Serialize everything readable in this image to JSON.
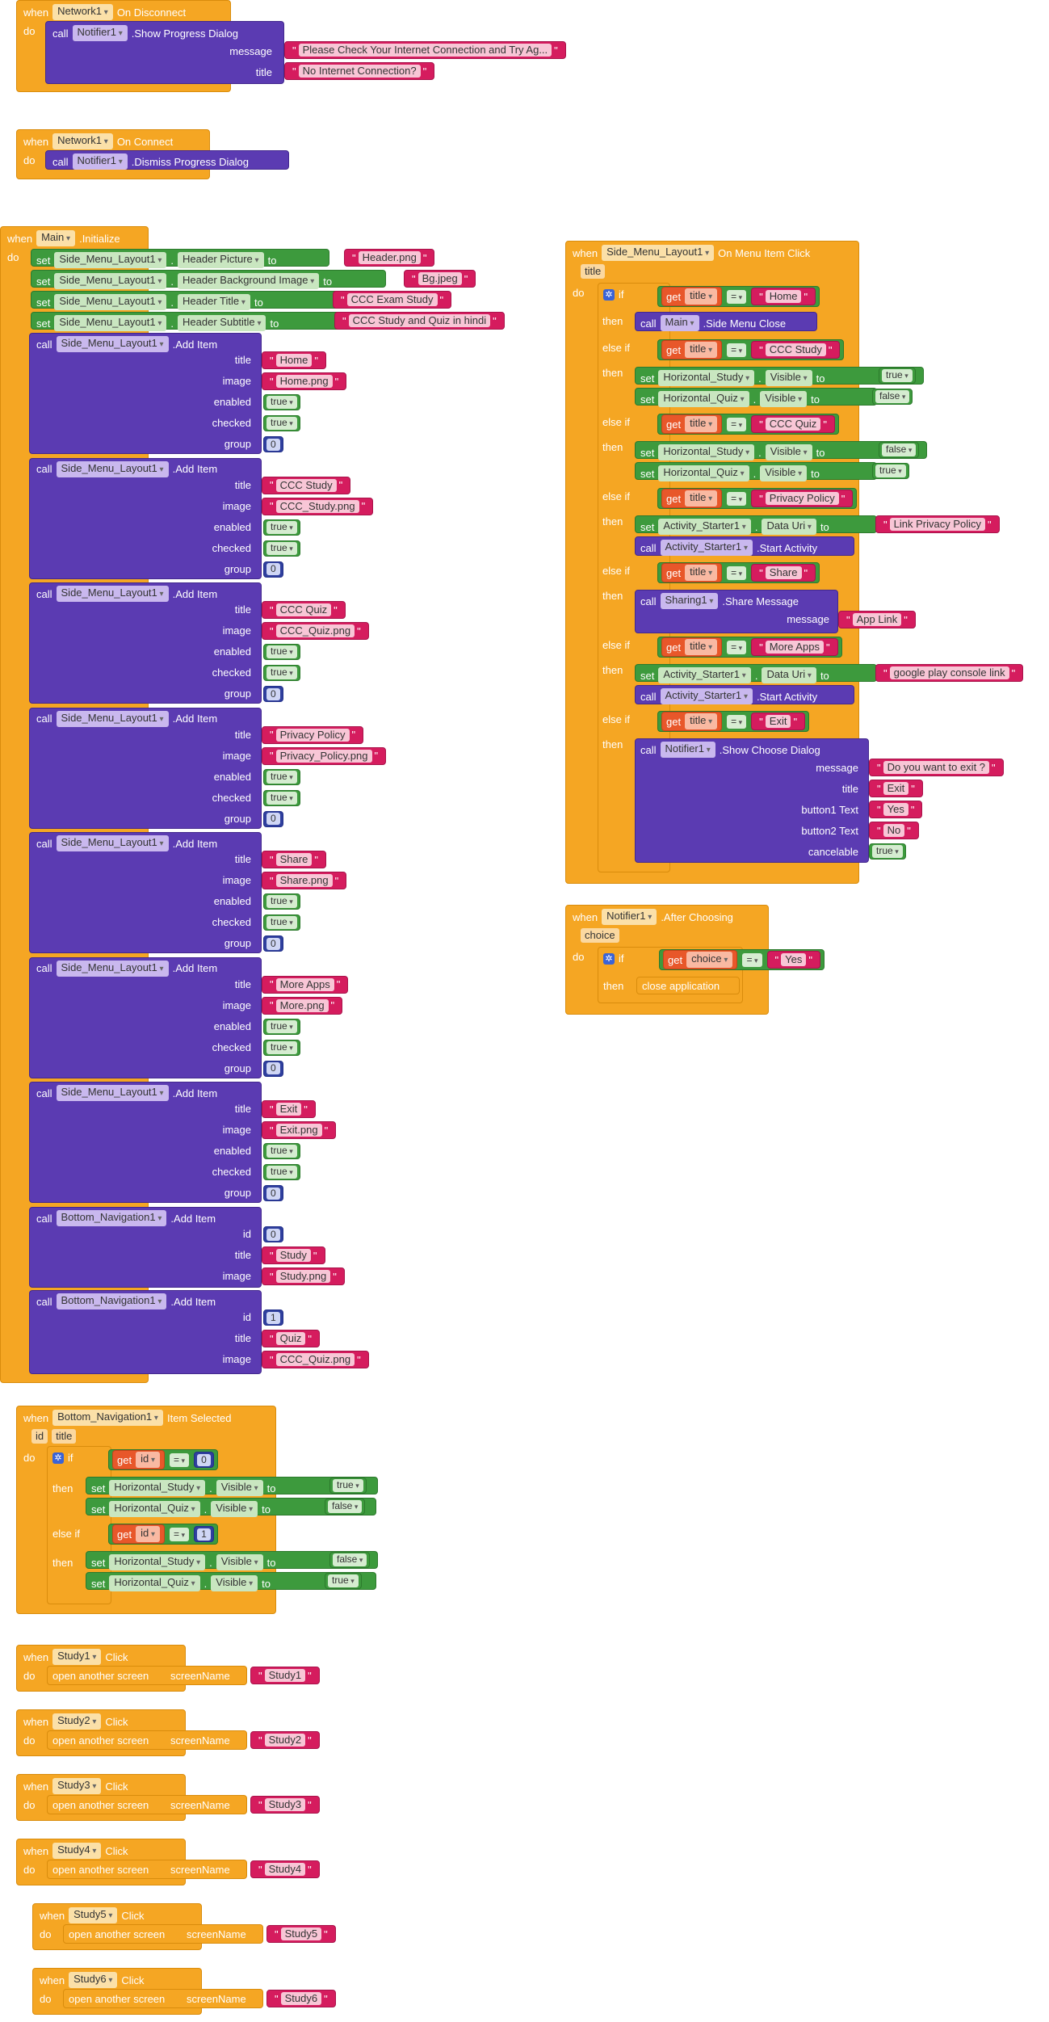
{
  "kw": {
    "when": "when",
    "do": "do",
    "call": "call",
    "set": "set",
    "to": "to",
    "if": "if",
    "then": "then",
    "elseif": "else if",
    "get": "get"
  },
  "net_disc": {
    "component": "Network1",
    "event": "On Disconnect",
    "notifier": "Notifier1",
    "method": ".Show Progress Dialog",
    "message_label": "message",
    "message": "Please Check Your Internet Connection and Try Ag...",
    "title_label": "title",
    "title": "No Internet Connection?"
  },
  "net_conn": {
    "component": "Network1",
    "event": "On Connect",
    "notifier": "Notifier1",
    "method": ".Dismiss Progress Dialog"
  },
  "init": {
    "component": "Main",
    "event": ".Initialize",
    "sets": [
      {
        "comp": "Side_Menu_Layout1",
        "prop": "Header Picture",
        "value": "Header.png"
      },
      {
        "comp": "Side_Menu_Layout1",
        "prop": "Header Background Image",
        "value": "Bg.jpeg"
      },
      {
        "comp": "Side_Menu_Layout1",
        "prop": "Header Title",
        "value": "CCC Exam Study"
      },
      {
        "comp": "Side_Menu_Layout1",
        "prop": "Header Subtitle",
        "value": "CCC Study and Quiz in hindi"
      }
    ],
    "additem_method": ".Add Item",
    "labels": {
      "title": "title",
      "image": "image",
      "enabled": "enabled",
      "checked": "checked",
      "group": "group",
      "id": "id"
    },
    "items": [
      {
        "comp": "Side_Menu_Layout1",
        "title": "Home",
        "image": "Home.png",
        "enabled": "true",
        "checked": "true",
        "group": "0"
      },
      {
        "comp": "Side_Menu_Layout1",
        "title": "CCC Study",
        "image": "CCC_Study.png",
        "enabled": "true",
        "checked": "true",
        "group": "0"
      },
      {
        "comp": "Side_Menu_Layout1",
        "title": "CCC Quiz",
        "image": "CCC_Quiz.png",
        "enabled": "true",
        "checked": "true",
        "group": "0"
      },
      {
        "comp": "Side_Menu_Layout1",
        "title": "Privacy Policy",
        "image": "Privacy_Policy.png",
        "enabled": "true",
        "checked": "true",
        "group": "0"
      },
      {
        "comp": "Side_Menu_Layout1",
        "title": "Share",
        "image": "Share.png",
        "enabled": "true",
        "checked": "true",
        "group": "0"
      },
      {
        "comp": "Side_Menu_Layout1",
        "title": "More Apps",
        "image": "More.png",
        "enabled": "true",
        "checked": "true",
        "group": "0"
      },
      {
        "comp": "Side_Menu_Layout1",
        "title": "Exit",
        "image": "Exit.png",
        "enabled": "true",
        "checked": "true",
        "group": "0"
      }
    ],
    "bottom_items": [
      {
        "comp": "Bottom_Navigation1",
        "id": "0",
        "title": "Study",
        "image": "Study.png"
      },
      {
        "comp": "Bottom_Navigation1",
        "id": "1",
        "title": "Quiz",
        "image": "CCC_Quiz.png"
      }
    ]
  },
  "menu_click": {
    "component": "Side_Menu_Layout1",
    "event": "On Menu Item Click",
    "param": "title",
    "eq": "=",
    "home": "Home",
    "main": "Main",
    "close_method": ".Side Menu Close",
    "ccc_study": "CCC Study",
    "ccc_quiz": "CCC Quiz",
    "privacy": "Privacy Policy",
    "share": "Share",
    "more_apps": "More Apps",
    "exit": "Exit",
    "hs": "Horizontal_Study",
    "hq": "Horizontal_Quiz",
    "visible": "Visible",
    "true": "true",
    "false": "false",
    "act": "Activity_Starter1",
    "data_uri": "Data Uri",
    "link_privacy": "Link Privacy Policy",
    "start_activity": ".Start Activity",
    "sharing": "Sharing1",
    "share_message": ".Share Message",
    "message_label": "message",
    "app_link": "App Link",
    "google_link": "google play console link",
    "notifier": "Notifier1",
    "choose_dialog": ".Show Choose Dialog",
    "dlg": {
      "message_label": "message",
      "message": "Do you want to exit ?",
      "title_label": "title",
      "title": "Exit",
      "b1_label": "button1 Text",
      "b1": "Yes",
      "b2_label": "button2 Text",
      "b2": "No",
      "cancel_label": "cancelable",
      "cancel": "true"
    }
  },
  "after_choosing": {
    "component": "Notifier1",
    "event": ".After Choosing",
    "param": "choice",
    "get_var": "choice",
    "eq": "=",
    "value": "Yes",
    "action": "close application"
  },
  "bottom_sel": {
    "component": "Bottom_Navigation1",
    "event": "Item Selected",
    "params": [
      "id",
      "title"
    ],
    "get_var": "id",
    "eq": "=",
    "v0": "0",
    "v1": "1",
    "hs": "Horizontal_Study",
    "hq": "Horizontal_Quiz",
    "visible": "Visible",
    "true": "true",
    "false": "false"
  },
  "study_clicks": [
    {
      "component": "Study1",
      "event": "Click",
      "action": "open another screen",
      "arg": "screenName",
      "value": "Study1"
    },
    {
      "component": "Study2",
      "event": "Click",
      "action": "open another screen",
      "arg": "screenName",
      "value": "Study2"
    },
    {
      "component": "Study3",
      "event": "Click",
      "action": "open another screen",
      "arg": "screenName",
      "value": "Study3"
    },
    {
      "component": "Study4",
      "event": "Click",
      "action": "open another screen",
      "arg": "screenName",
      "value": "Study4"
    },
    {
      "component": "Study5",
      "event": "Click",
      "action": "open another screen",
      "arg": "screenName",
      "value": "Study5"
    },
    {
      "component": "Study6",
      "event": "Click",
      "action": "open another screen",
      "arg": "screenName",
      "value": "Study6"
    }
  ]
}
